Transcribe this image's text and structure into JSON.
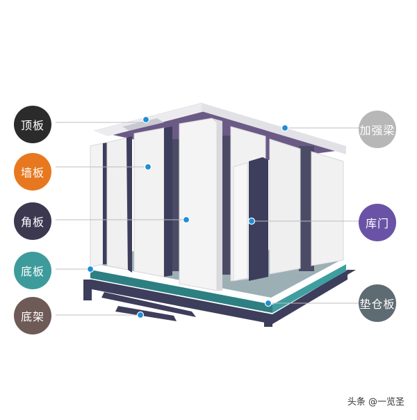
{
  "left_labels": [
    {
      "id": "top-panel",
      "text": "顶板",
      "color": "#2b2b2b"
    },
    {
      "id": "wall-panel",
      "text": "墙板",
      "color": "#e8781f"
    },
    {
      "id": "corner-panel",
      "text": "角板",
      "color": "#3b3850"
    },
    {
      "id": "floor-panel",
      "text": "底板",
      "color": "#3e9b9b"
    },
    {
      "id": "base-frame",
      "text": "底架",
      "color": "#6e5a56"
    }
  ],
  "right_labels": [
    {
      "id": "reinforcing-beam",
      "text": "加强梁",
      "color": "#b7b7b7"
    },
    {
      "id": "storage-door",
      "text": "库门",
      "color": "#6a53a6"
    },
    {
      "id": "pad-board",
      "text": "垫仓板",
      "color": "#5f6b72"
    }
  ],
  "watermark": "头条 @一览圣",
  "colors": {
    "leader_line": "#bdbdbd",
    "dot": "#1f8ed6",
    "frame": "#3d3d5c",
    "floor_teal": "#3f9ea0",
    "panel_face": "#f1f1f1",
    "panel_edge": "#d7d7dc",
    "roof_purple": "#6b5a86"
  }
}
